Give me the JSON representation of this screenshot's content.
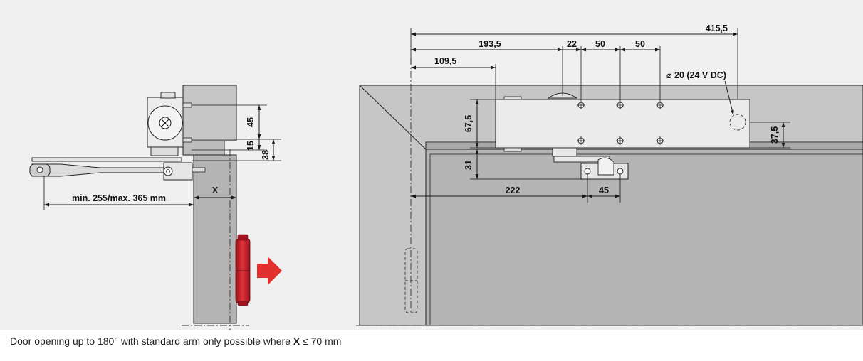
{
  "dimensions": {
    "side_view": {
      "height_45": "45",
      "height_15": "15",
      "height_38": "38",
      "arm_length": "min. 255/max. 365 mm",
      "reveal_x": "X"
    },
    "front_view": {
      "total_415_5": "415,5",
      "dim_193_5": "193,5",
      "dim_22": "22",
      "dim_50_a": "50",
      "dim_50_b": "50",
      "dim_109_5": "109,5",
      "power_hole": "⌀ 20 (24 V DC)",
      "height_67_5": "67,5",
      "height_31": "31",
      "height_37_5": "37,5",
      "dim_222": "222",
      "dim_45": "45"
    }
  },
  "colors": {
    "wall": "#c6c6c6",
    "wall_dark": "#a9a9a9",
    "door_leaf": "#b4b4b4",
    "closer_body": "#ebebeb",
    "hinge_red": "#cc1f2b",
    "arrow_red": "#e2302e"
  },
  "caption": {
    "text_before": "Door opening up to 180° with standard arm only possible where ",
    "bold_symbol": "X",
    "text_after": " ≤ 70 mm"
  }
}
